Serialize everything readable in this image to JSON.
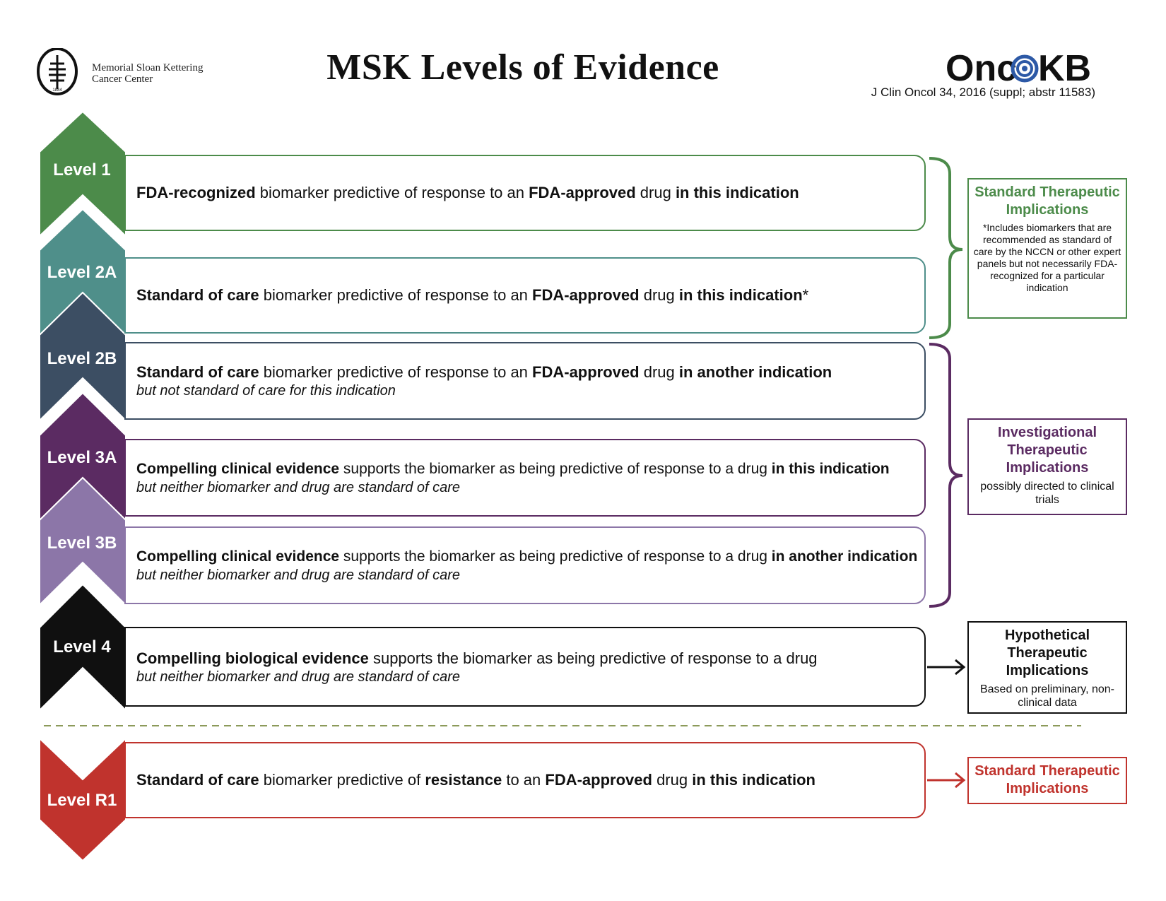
{
  "header": {
    "msk_name_line1": "Memorial Sloan Kettering",
    "msk_name_line2": "Cancer Center",
    "msk_year": "1884",
    "title": "MSK Levels of Evidence",
    "oncokb_left": "Onc",
    "oncokb_right": "KB",
    "citation": "J Clin Oncol 34, 2016 (suppl; abstr 11583)"
  },
  "colors": {
    "level1": "#4c8b4a",
    "level2a": "#4f8f8a",
    "level2b": "#3c4e63",
    "level3a": "#5b2b62",
    "level3b": "#8c76a8",
    "level4": "#101010",
    "levelR1": "#c0332d",
    "oncokb_blue": "#2d59a6"
  },
  "levels": [
    {
      "label": "Level 1",
      "main": [
        {
          "t": "FDA-recognized",
          "b": true
        },
        {
          "t": " biomarker predictive of response to an ",
          "b": false
        },
        {
          "t": "FDA-approved",
          "b": true
        },
        {
          "t": " drug ",
          "b": false
        },
        {
          "t": "in this indication",
          "b": true
        }
      ],
      "sub": ""
    },
    {
      "label": "Level 2A",
      "main": [
        {
          "t": "Standard of care",
          "b": true
        },
        {
          "t": " biomarker predictive of response to an ",
          "b": false
        },
        {
          "t": "FDA-approved",
          "b": true
        },
        {
          "t": " drug ",
          "b": false
        },
        {
          "t": "in this indication",
          "b": true
        },
        {
          "t": "*",
          "b": false
        }
      ],
      "sub": ""
    },
    {
      "label": "Level 2B",
      "main": [
        {
          "t": "Standard of care",
          "b": true
        },
        {
          "t": " biomarker predictive of response to an ",
          "b": false
        },
        {
          "t": "FDA-approved",
          "b": true
        },
        {
          "t": " drug ",
          "b": false
        },
        {
          "t": "in another indication",
          "b": true
        }
      ],
      "sub": "but not standard of care for this indication"
    },
    {
      "label": "Level 3A",
      "main": [
        {
          "t": "Compelling clinical evidence",
          "b": true
        },
        {
          "t": " supports the biomarker as being predictive of response to a drug ",
          "b": false
        },
        {
          "t": "in this indication",
          "b": true
        }
      ],
      "sub": "but neither biomarker and drug are standard of care"
    },
    {
      "label": "Level 3B",
      "main": [
        {
          "t": "Compelling clinical evidence",
          "b": true
        },
        {
          "t": " supports the biomarker as being predictive of response to a drug ",
          "b": false
        },
        {
          "t": "in another indication",
          "b": true
        }
      ],
      "sub": "but neither biomarker and drug are standard of care"
    },
    {
      "label": "Level 4",
      "main": [
        {
          "t": "Compelling biological evidence",
          "b": true
        },
        {
          "t": " supports the biomarker as being predictive of response to a drug",
          "b": false
        }
      ],
      "sub": "but neither biomarker and drug are standard of care"
    },
    {
      "label": "Level R1",
      "main": [
        {
          "t": "Standard of care",
          "b": true
        },
        {
          "t": " biomarker predictive of ",
          "b": false
        },
        {
          "t": "resistance",
          "b": true
        },
        {
          "t": " to an ",
          "b": false
        },
        {
          "t": "FDA-approved",
          "b": true
        },
        {
          "t": " drug ",
          "b": false
        },
        {
          "t": "in this indication",
          "b": true
        }
      ],
      "sub": ""
    }
  ],
  "categories": {
    "standard": {
      "title": "Standard Therapeutic Implications",
      "note": "*Includes biomarkers that are recommended as standard of care by the NCCN or other expert panels but not necessarily FDA-recognized for a particular indication"
    },
    "investigational": {
      "title": "Investigational Therapeutic Implications",
      "note": "possibly directed to clinical trials"
    },
    "hypothetical": {
      "title": "Hypothetical Therapeutic Implications",
      "note": "Based on preliminary, non-clinical data"
    },
    "resistance": {
      "title": "Standard Therapeutic Implications",
      "note": ""
    }
  }
}
